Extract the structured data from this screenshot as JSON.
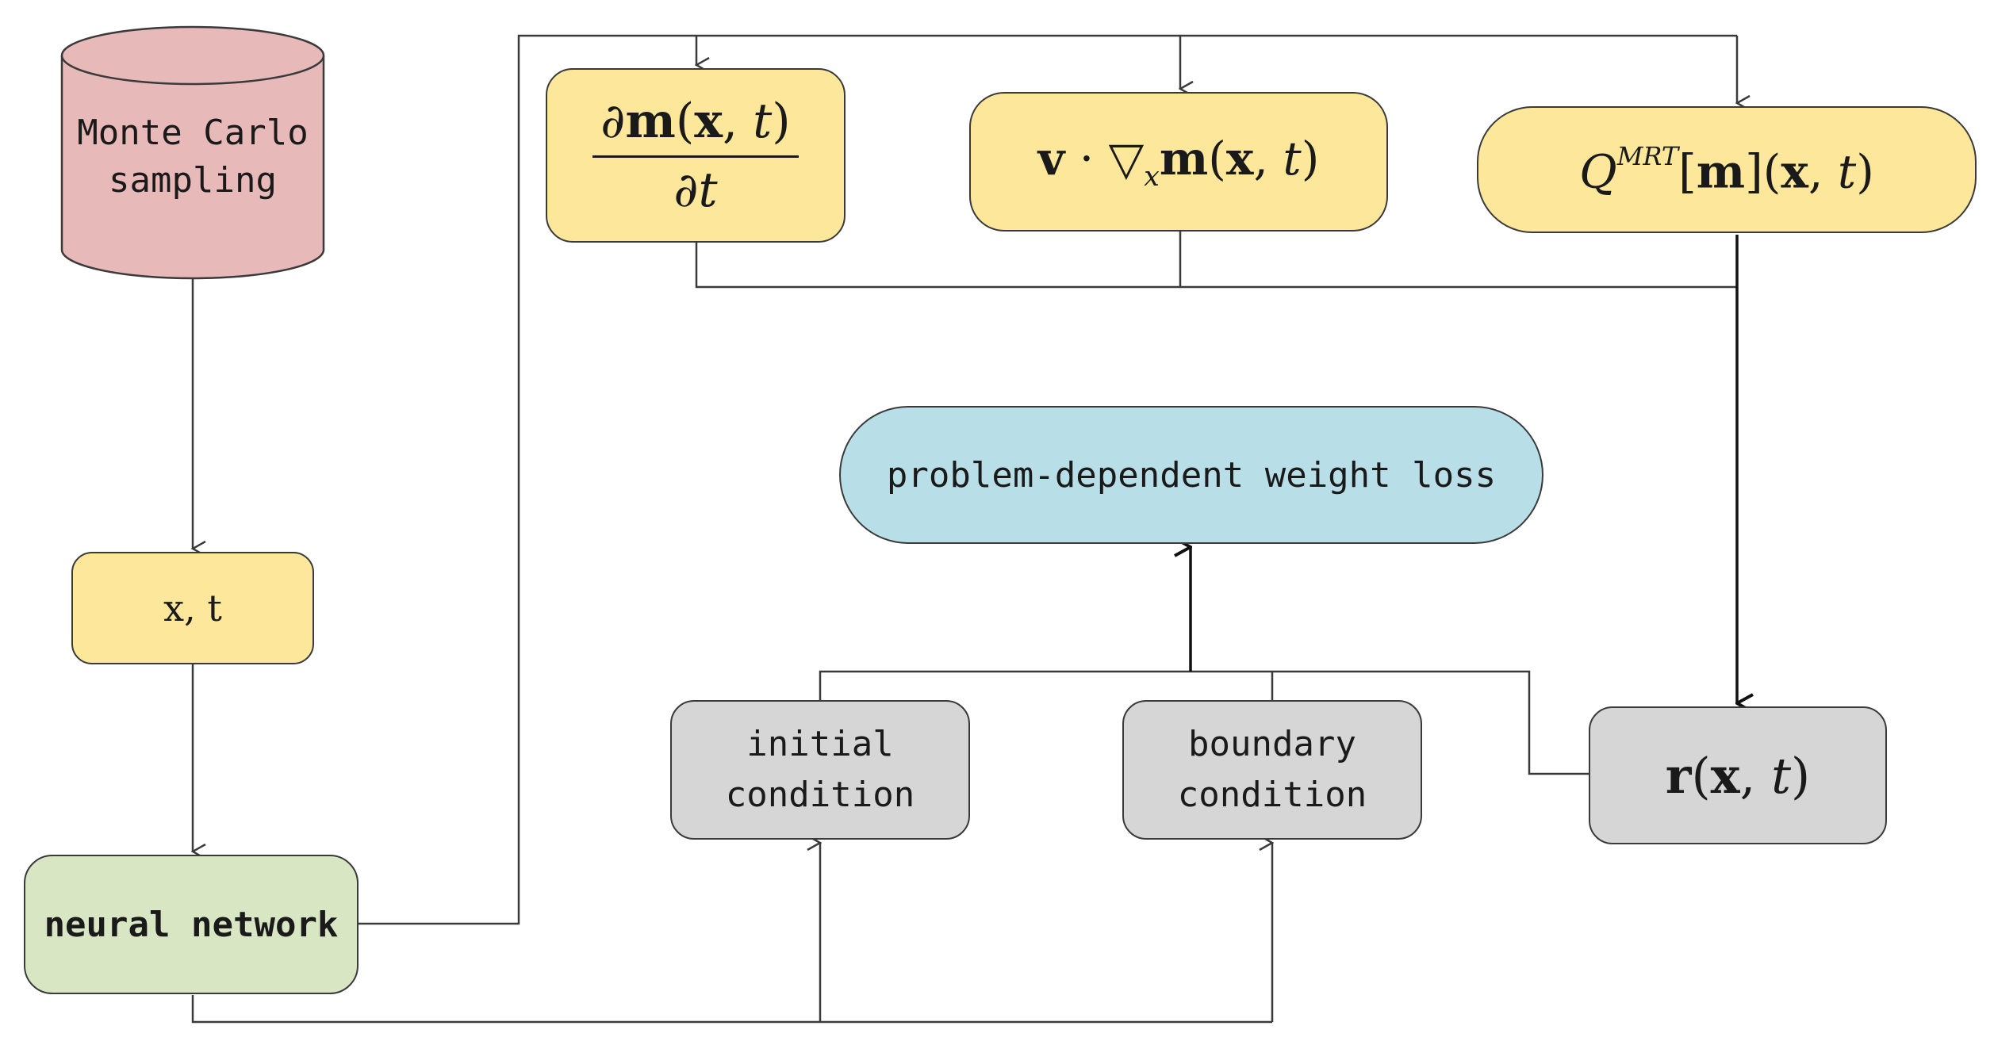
{
  "nodes": {
    "monte_carlo": "Monte Carlo\nsampling",
    "xt": "x, t",
    "neural_network": "neural network",
    "loss": "problem-dependent weight loss",
    "initial_condition": "initial\ncondition",
    "boundary_condition": "boundary\ncondition",
    "dm_dt": {
      "num_partial": "∂",
      "num_m": "m",
      "num_args_open": "(",
      "num_x": "x",
      "num_comma": ", ",
      "num_t": "t",
      "num_args_close": ")",
      "den": "∂t"
    },
    "advection": {
      "v": "v",
      "dot": " · ",
      "nabla": "▽",
      "sub": "x",
      "m": "m",
      "open": "(",
      "x": "x",
      "comma": ", ",
      "t": "t",
      "close": ")"
    },
    "collision": {
      "q": "Q",
      "sup": "MRT",
      "lb": "[",
      "m": "m",
      "rb": "]",
      "open": "(",
      "x": "x",
      "comma": ", ",
      "t": "t",
      "close": ")"
    },
    "residual": {
      "r": "r",
      "open": "(",
      "x": "x",
      "comma": ", ",
      "t": "t",
      "close": ")"
    }
  },
  "colors": {
    "cylinder": "#e8b9b9",
    "yellow": "#fde79a",
    "green": "#d8e6c3",
    "blue": "#b8dfe8",
    "gray": "#d6d6d6",
    "line": "#3a3a3a"
  }
}
